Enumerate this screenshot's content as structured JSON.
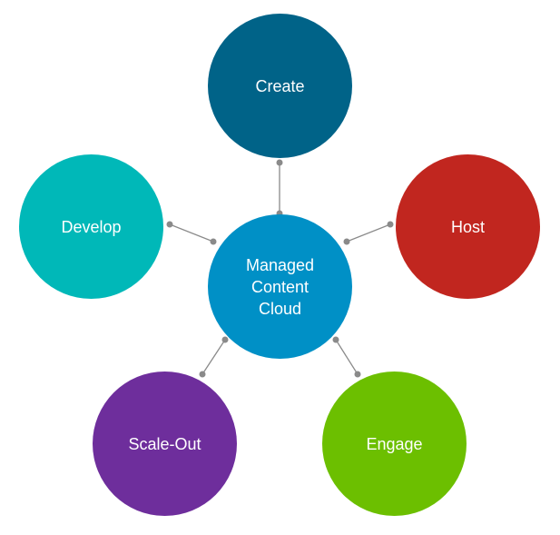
{
  "diagram": {
    "center": {
      "label": "Managed\nContent\nCloud",
      "color": "#0090C6"
    },
    "nodes": [
      {
        "label": "Create",
        "color": "#006388"
      },
      {
        "label": "Host",
        "color": "#C1261F"
      },
      {
        "label": "Engage",
        "color": "#6CBF00"
      },
      {
        "label": "Scale-Out",
        "color": "#6E2E9C"
      },
      {
        "label": "Develop",
        "color": "#00B8B8"
      }
    ],
    "connector_color": "#8a8a8a"
  }
}
